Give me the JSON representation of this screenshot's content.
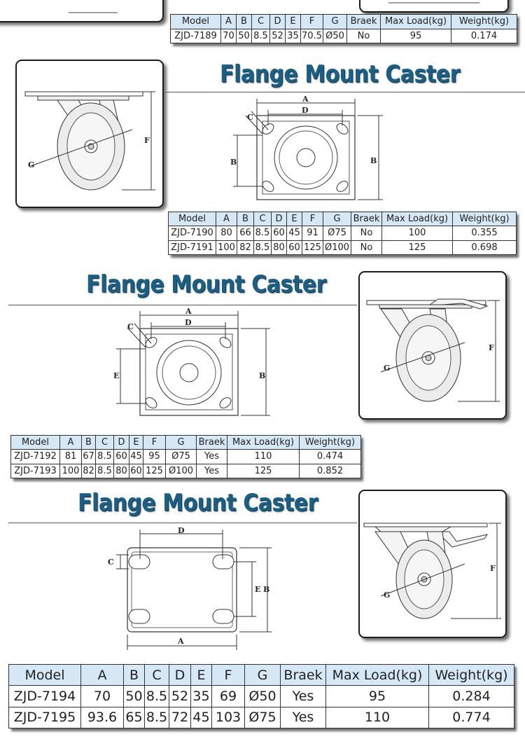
{
  "titles": {
    "section2": "Flange Mount Caster",
    "section3": "Flange Mount Caster",
    "section4": "Flange Mount Caster"
  },
  "drawing_labels": {
    "a": "A",
    "b": "B",
    "c": "C",
    "d": "D",
    "e": "E",
    "f": "F",
    "g": "G"
  },
  "table_headers": [
    "Model",
    "A",
    "B",
    "C",
    "D",
    "E",
    "F",
    "G",
    "Braek",
    "Max Load(kg)",
    "Weight(kg)"
  ],
  "table1_rows": [
    [
      "ZJD-7189",
      "70",
      "50",
      "8.5",
      "52",
      "35",
      "70.5",
      "Ø50",
      "No",
      "95",
      "0.174"
    ]
  ],
  "table2_rows": [
    [
      "ZJD-7190",
      "80",
      "66",
      "8.5",
      "60",
      "45",
      "91",
      "Ø75",
      "No",
      "100",
      "0.355"
    ],
    [
      "ZJD-7191",
      "100",
      "82",
      "8.5",
      "80",
      "60",
      "125",
      "Ø100",
      "No",
      "125",
      "0.698"
    ]
  ],
  "table3_rows": [
    [
      "ZJD-7192",
      "81",
      "67",
      "8.5",
      "60",
      "45",
      "95",
      "Ø75",
      "Yes",
      "110",
      "0.474"
    ],
    [
      "ZJD-7193",
      "100",
      "82",
      "8.5",
      "80",
      "60",
      "125",
      "Ø100",
      "Yes",
      "125",
      "0.852"
    ]
  ],
  "table4_rows": [
    [
      "ZJD-7194",
      "70",
      "50",
      "8.5",
      "52",
      "35",
      "69",
      "Ø50",
      "Yes",
      "95",
      "0.284"
    ],
    [
      "ZJD-7195",
      "93.6",
      "65",
      "8.5",
      "72",
      "45",
      "103",
      "Ø75",
      "Yes",
      "110",
      "0.774"
    ]
  ],
  "accent_color": "#1d5f82",
  "header_fill": "#d6e8f5"
}
